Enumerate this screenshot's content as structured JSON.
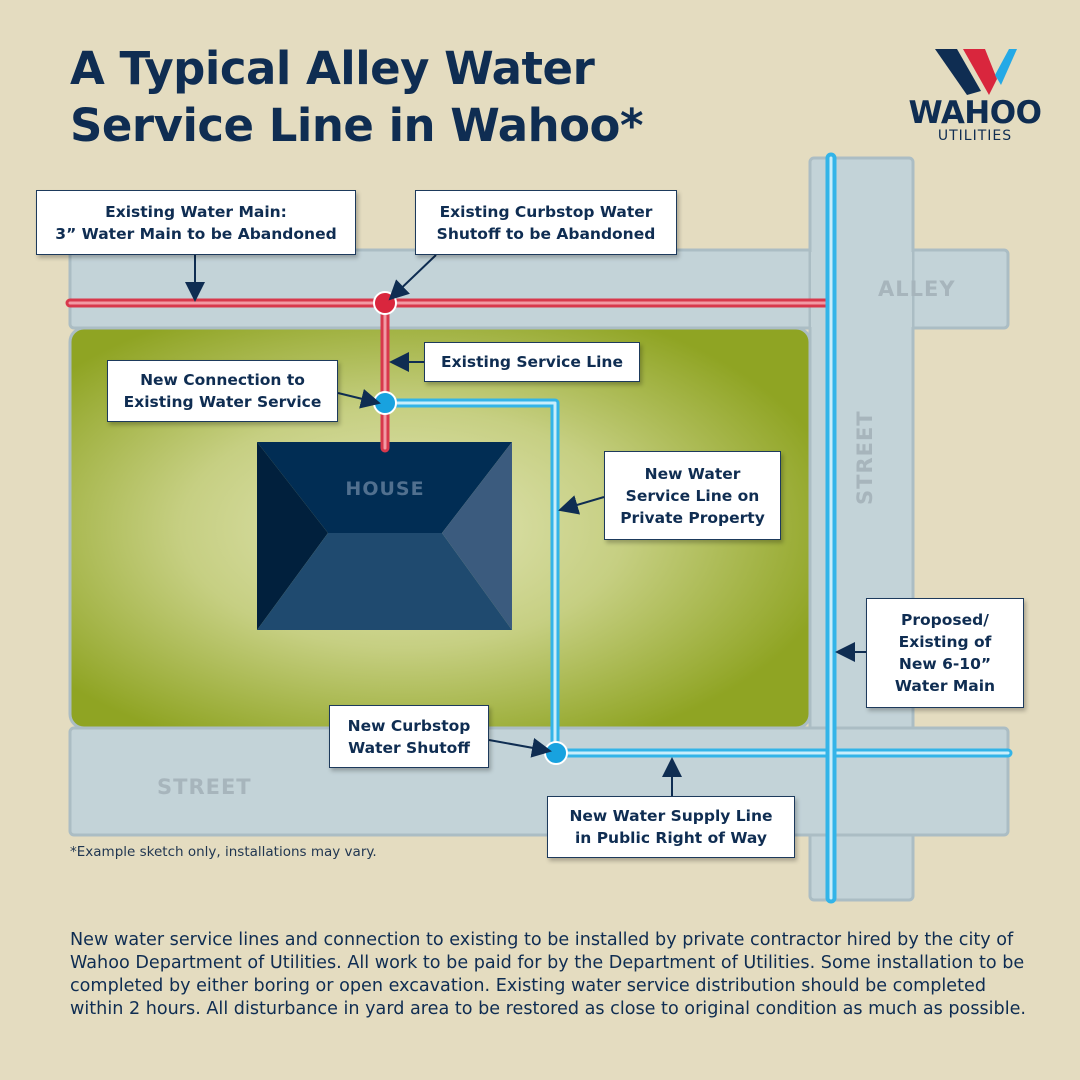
{
  "title_line1": "A Typical Alley Water",
  "title_line2": "Service Line in Wahoo*",
  "logo": {
    "name": "WAHOO",
    "sub": "UTILITIES"
  },
  "colors": {
    "navy": "#0f2d52",
    "red_pipe": "#d8384c",
    "blue_pipe": "#33b4e8",
    "street": "#c3d3d8",
    "lawn": "#8fa423",
    "background": "#e4dcc0"
  },
  "map_labels": {
    "alley": "ALLEY",
    "street_vertical": "STREET",
    "street_bottom": "STREET",
    "house": "HOUSE"
  },
  "callouts": {
    "existing_main": [
      "Existing Water Main:",
      "3” Water Main to be Abandoned"
    ],
    "existing_curbstop": [
      "Existing Curbstop Water",
      "Shutoff to be Abandoned"
    ],
    "existing_service": [
      "Existing Service Line"
    ],
    "new_connection": [
      "New Connection to",
      "Existing Water Service"
    ],
    "new_service": [
      "New Water",
      "Service Line on",
      "Private Property"
    ],
    "proposed_main": [
      "Proposed/",
      "Existing of",
      "New 6-10”",
      "Water Main"
    ],
    "new_curbstop": [
      "New Curbstop",
      "Water Shutoff"
    ],
    "new_supply": [
      "New Water Supply Line",
      "in Public Right of Way"
    ]
  },
  "footnote": "*Example sketch only, installations may vary.",
  "description": "New water service lines and connection to existing to be installed by private contractor hired by the city of Wahoo Department of Utilities. All work to be paid for by the Department of Utilities. Some installation to be completed by either boring or open excavation. Existing water service distribution should be completed within 2 hours. All disturbance in yard area to be restored as close to original condition as much as possible."
}
